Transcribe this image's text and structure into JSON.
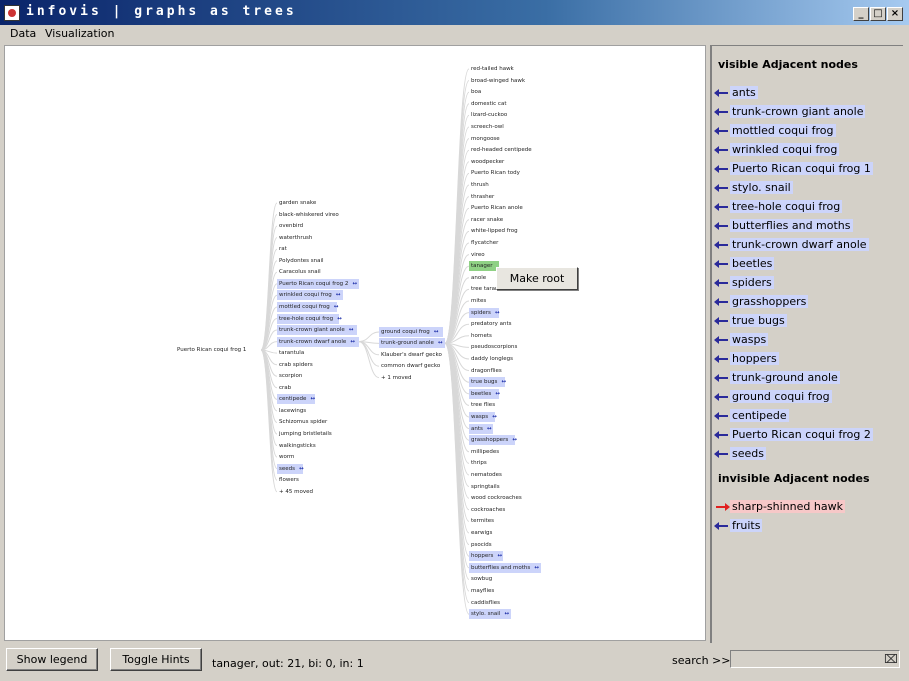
{
  "window": {
    "title": "infovis | graphs as trees"
  },
  "menu": [
    "Data",
    "Visualization"
  ],
  "tree": {
    "root": {
      "label": "Puerto Rican coqui frog 1",
      "expanded": true
    },
    "level1": [
      {
        "label": "garden snake"
      },
      {
        "label": "black-whiskered vireo"
      },
      {
        "label": "ovenbird"
      },
      {
        "label": "waterthrush"
      },
      {
        "label": "rat"
      },
      {
        "label": "Polydontes snail"
      },
      {
        "label": "Caracolus snail"
      },
      {
        "label": "Puerto Rican coqui frog 2",
        "hl": true,
        "mark": "↔"
      },
      {
        "label": "wrinkled coqui frog",
        "hl": true,
        "mark": "↔"
      },
      {
        "label": "mottled coqui frog",
        "hl": true,
        "mark": "↔"
      },
      {
        "label": "tree-hole coqui frog",
        "hl": true,
        "mark": "↔"
      },
      {
        "label": "trunk-crown giant anole",
        "hl": true,
        "mark": "↔"
      },
      {
        "label": "trunk-crown dwarf anole",
        "hl": true,
        "mark": "↔"
      },
      {
        "label": "tarantula"
      },
      {
        "label": "crab spiders"
      },
      {
        "label": "scorpion"
      },
      {
        "label": "crab"
      },
      {
        "label": "centipede",
        "hl": true,
        "mark": "↔"
      },
      {
        "label": "lacewings"
      },
      {
        "label": "Schizomus spider"
      },
      {
        "label": "jumping bristletails"
      },
      {
        "label": "walkingsticks"
      },
      {
        "label": "worm"
      },
      {
        "label": "seeds",
        "hl": true,
        "mark": "↔"
      },
      {
        "label": "flowers"
      },
      {
        "label": "+ 45 moved"
      }
    ],
    "level2": [
      {
        "label": "ground coqui frog",
        "hl": true,
        "mark": "↔"
      },
      {
        "label": "trunk-ground anole",
        "hl": true,
        "mark": "↔"
      },
      {
        "label": "Klauber's dwarf gecko"
      },
      {
        "label": "common dwarf gecko"
      },
      {
        "label": "+ 1 moved"
      }
    ],
    "level3": [
      {
        "label": "red-tailed hawk"
      },
      {
        "label": "broad-winged hawk"
      },
      {
        "label": "boa"
      },
      {
        "label": "domestic cat"
      },
      {
        "label": "lizard-cuckoo"
      },
      {
        "label": "screech-owl"
      },
      {
        "label": "mongoose"
      },
      {
        "label": "red-headed centipede"
      },
      {
        "label": "woodpecker"
      },
      {
        "label": "Puerto Rican tody"
      },
      {
        "label": "thrush"
      },
      {
        "label": "thrasher"
      },
      {
        "label": "Puerto Rican anole"
      },
      {
        "label": "racer snake"
      },
      {
        "label": "white-lipped frog"
      },
      {
        "label": "flycatcher"
      },
      {
        "label": "vireo"
      },
      {
        "label": "tanager",
        "sel": true
      },
      {
        "label": "anole"
      },
      {
        "label": "tree tarantula"
      },
      {
        "label": "mites"
      },
      {
        "label": "spiders",
        "hl": true,
        "mark": "↔"
      },
      {
        "label": "predatory ants"
      },
      {
        "label": "hornets"
      },
      {
        "label": "pseudoscorpions"
      },
      {
        "label": "daddy longlegs"
      },
      {
        "label": "dragonflies"
      },
      {
        "label": "true bugs",
        "hl": true,
        "mark": "↔"
      },
      {
        "label": "beetles",
        "hl": true,
        "mark": "↔"
      },
      {
        "label": "tree flies"
      },
      {
        "label": "wasps",
        "hl": true,
        "mark": "↔"
      },
      {
        "label": "ants",
        "hl": true,
        "mark": "↔"
      },
      {
        "label": "grasshoppers",
        "hl": true,
        "mark": "↔"
      },
      {
        "label": "millipedes"
      },
      {
        "label": "thrips"
      },
      {
        "label": "nematodes"
      },
      {
        "label": "springtails"
      },
      {
        "label": "wood cockroaches"
      },
      {
        "label": "cockroaches"
      },
      {
        "label": "termites"
      },
      {
        "label": "earwigs"
      },
      {
        "label": "psocids"
      },
      {
        "label": "hoppers",
        "hl": true,
        "mark": "↔"
      },
      {
        "label": "butterflies and moths",
        "hl": true,
        "mark": "↔"
      },
      {
        "label": "sowbug"
      },
      {
        "label": "mayflies"
      },
      {
        "label": "caddisflies"
      },
      {
        "label": "stylo. snail",
        "hl": true,
        "mark": "↔"
      }
    ]
  },
  "context_menu": {
    "make_root": "Make root"
  },
  "side_panel": {
    "visible_title": "visible Adjacent nodes",
    "visible": [
      "ants",
      "trunk-crown giant anole",
      "mottled coqui frog",
      "wrinkled coqui frog",
      "Puerto Rican coqui frog 1",
      "stylo. snail",
      "tree-hole coqui frog",
      "butterflies and moths",
      "trunk-crown dwarf anole",
      "beetles",
      "spiders",
      "grasshoppers",
      "true bugs",
      "wasps",
      "hoppers",
      "trunk-ground anole",
      "ground coqui frog",
      "centipede",
      "Puerto Rican coqui frog 2",
      "seeds"
    ],
    "invisible_title": "invisible Adjacent nodes",
    "invisible": [
      {
        "label": "sharp-shinned hawk",
        "direction": "outgoing"
      },
      {
        "label": "fruits",
        "direction": "incoming"
      }
    ]
  },
  "bottom": {
    "show_legend": "Show legend",
    "toggle_hints": "Toggle Hints",
    "status": "tanager, out: 21, bi: 0, in: 1",
    "search_label": "search >>",
    "search_value": ""
  }
}
